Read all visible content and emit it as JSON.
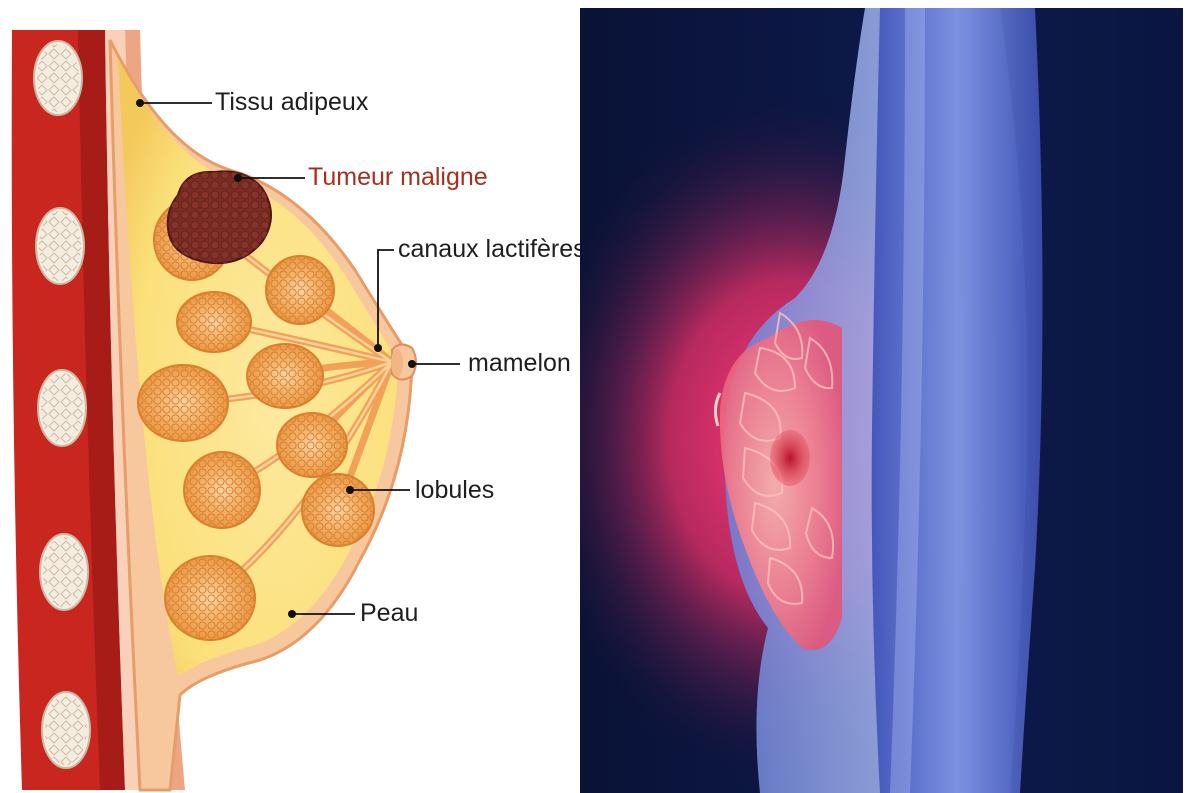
{
  "diagram": {
    "labels": {
      "adipose": "Tissu adipeux",
      "tumor": "Tumeur maligne",
      "ducts": "canaux lactifères",
      "nipple": "mamelon",
      "lobules": "lobules",
      "skin": "Peau"
    },
    "colors": {
      "tumor_label": "#a6301c",
      "label": "#1e1e1e",
      "muscle": "#c9261f",
      "fat": "#fbe58a",
      "lobule": "#f0a24d",
      "tumor": "#7a2d25",
      "skin": "#f6c79c",
      "bg_dark": "#0a1236",
      "body_blue": "#4a5fc4",
      "glow": "#ff3c78"
    },
    "icons": [
      "rib-bone-icon",
      "lobule-icon",
      "tumor-icon",
      "nipple-icon"
    ]
  }
}
